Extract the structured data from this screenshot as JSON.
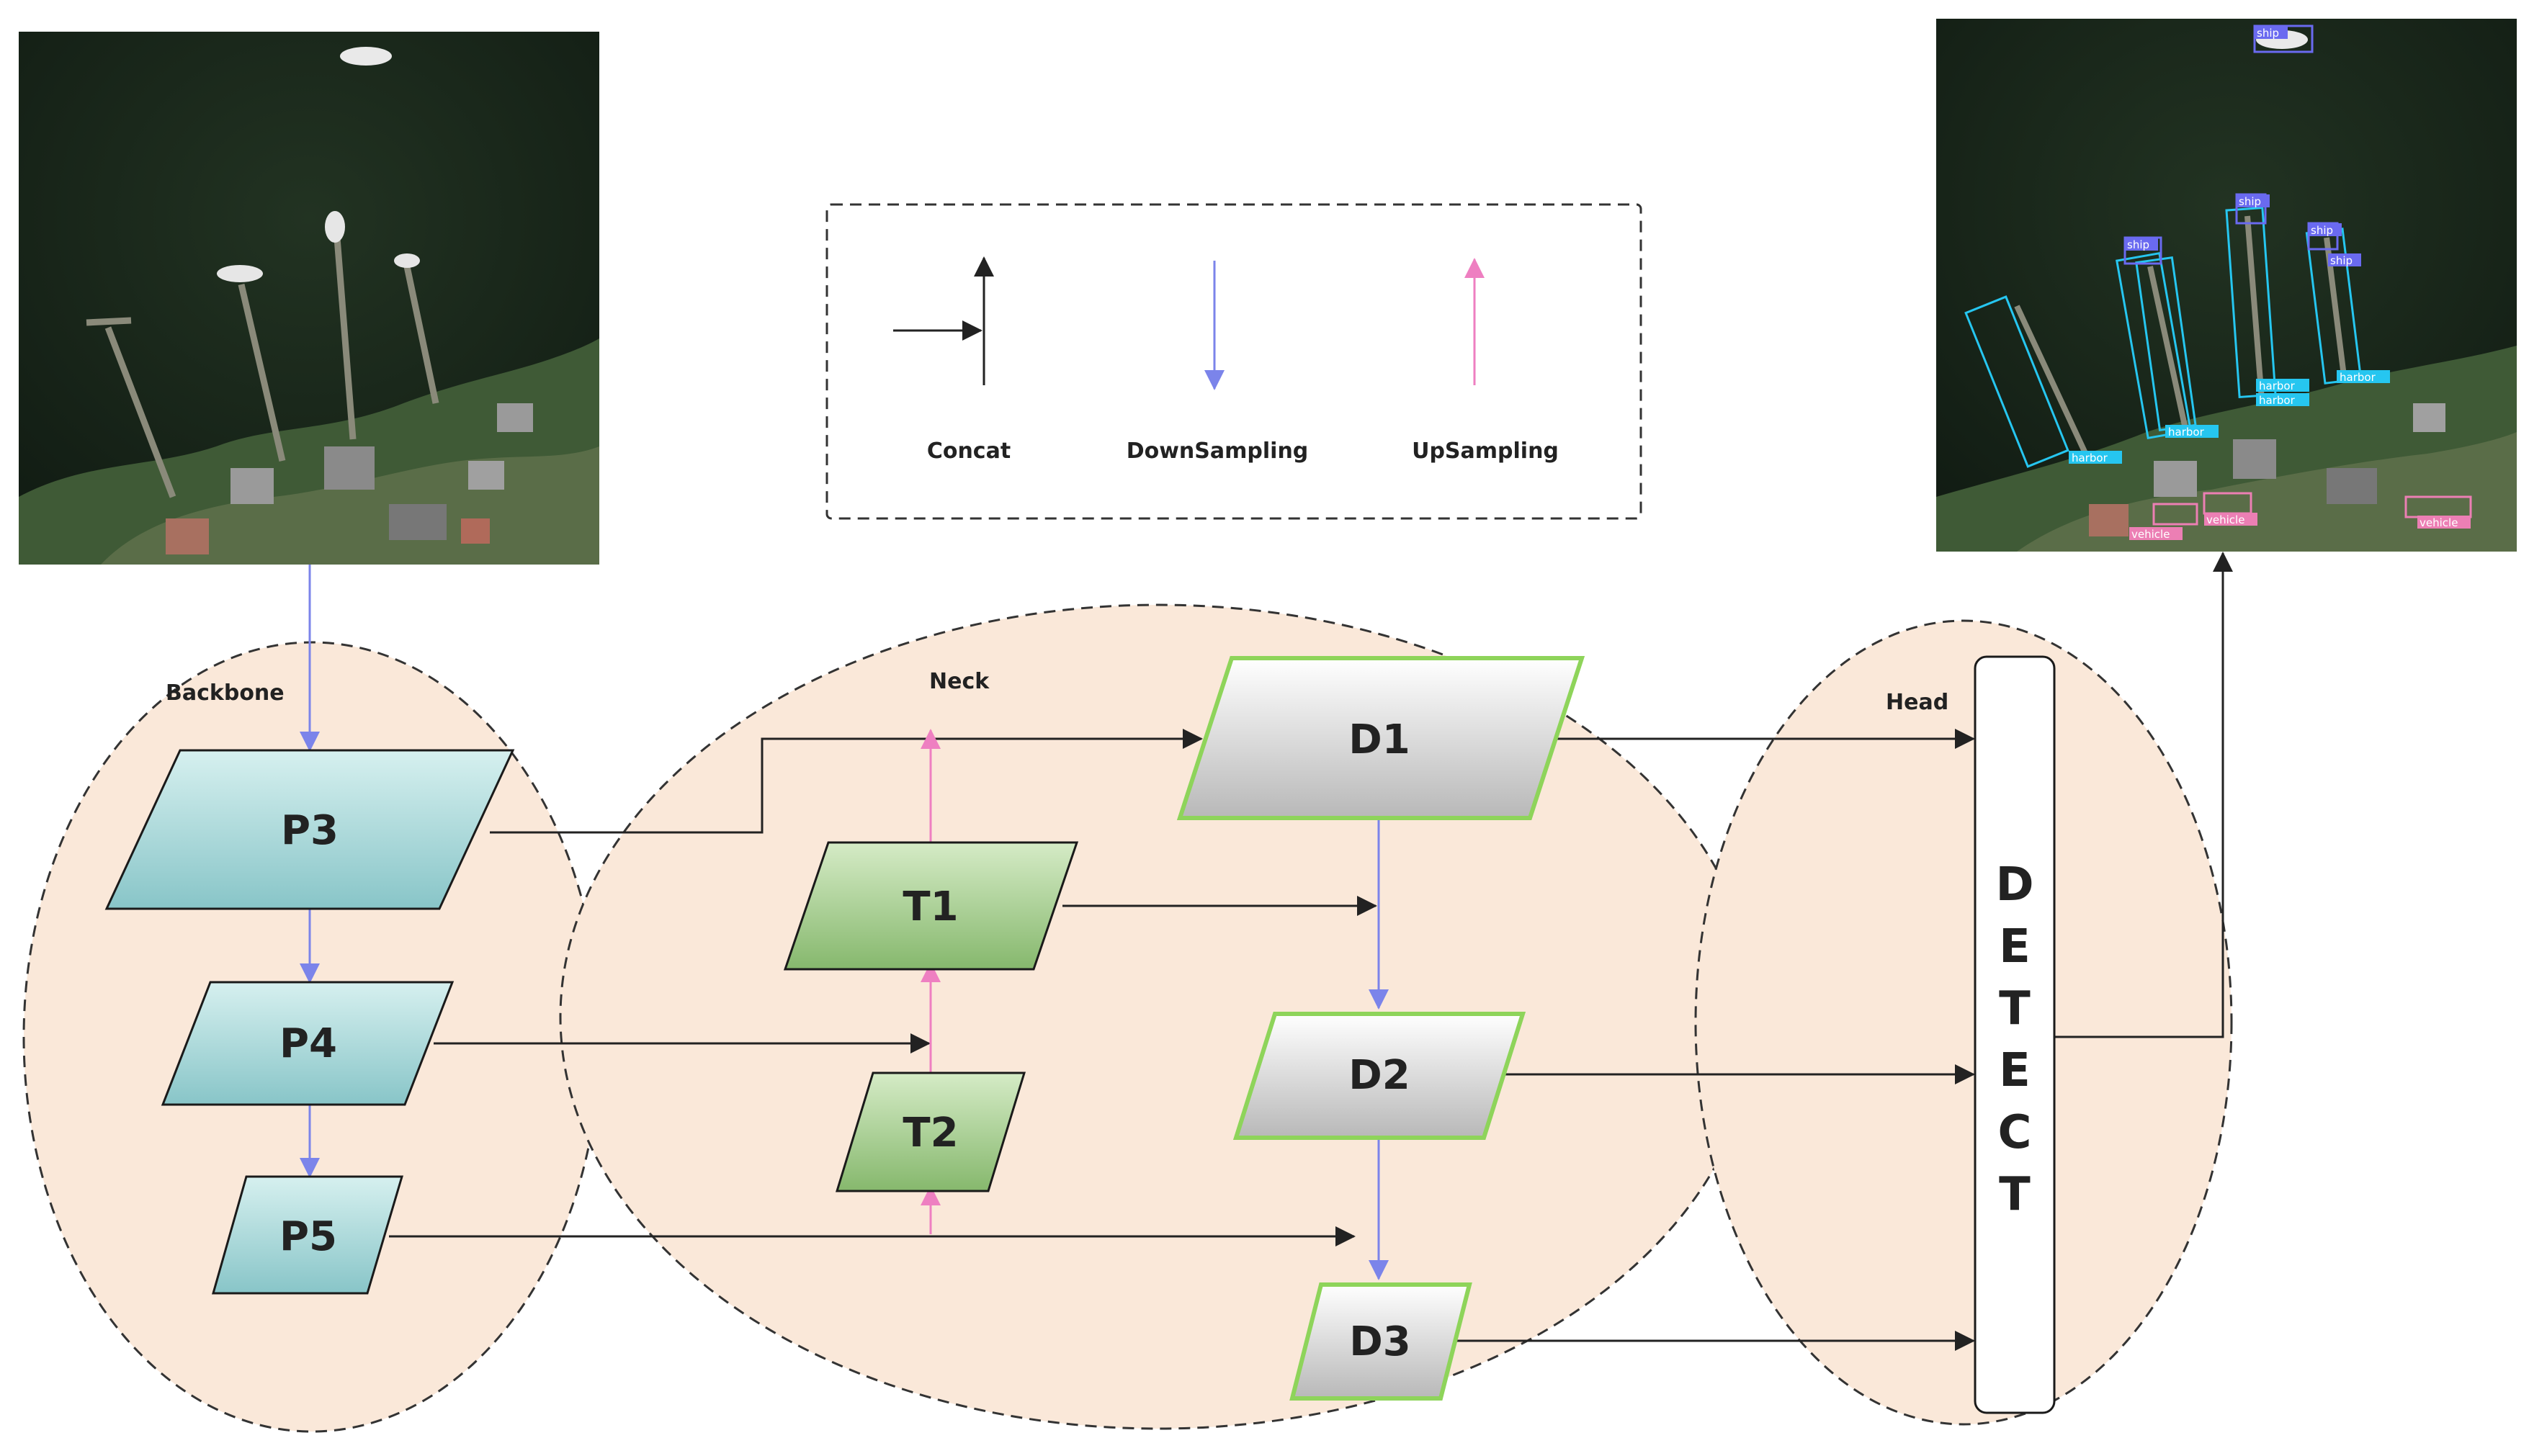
{
  "colors": {
    "region_fill": "#fae8d9",
    "backbone_fill": "#a6d9d9",
    "neck_t_fill": "#93c47d",
    "neck_d_fill": "#d9d9d9",
    "d_border": "#8ed45a",
    "downsample_arrow": "#7b84ea",
    "upsample_arrow": "#ee7fc1",
    "concat_arrow": "#222222",
    "box_harbor": "#26c6f0",
    "box_ship": "#6a6af0",
    "box_vehicle": "#ec7fb4"
  },
  "legend": {
    "concat_label": "Concat",
    "downsampling_label": "DownSampling",
    "upsampling_label": "UpSampling"
  },
  "regions": {
    "backbone_label": "Backbone",
    "neck_label": "Neck",
    "head_label": "Head"
  },
  "nodes": {
    "p3": "P3",
    "p4": "P4",
    "p5": "P5",
    "t1": "T1",
    "t2": "T2",
    "d1": "D1",
    "d2": "D2",
    "d3": "D3",
    "detect_letters": [
      "D",
      "E",
      "T",
      "E",
      "C",
      "T"
    ]
  },
  "images": {
    "input_image": "aerial-harbor-image",
    "output_image": "detection-result-image",
    "detection_tags": [
      "ship",
      "ship",
      "ship",
      "ship",
      "ship",
      "harbor",
      "harbor",
      "harbor",
      "harbor",
      "harbor",
      "vehicle",
      "vehicle",
      "vehicle"
    ]
  }
}
